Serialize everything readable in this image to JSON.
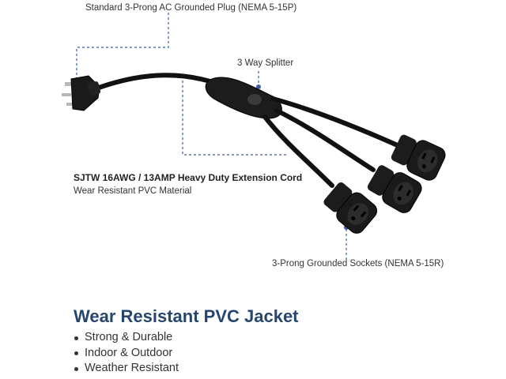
{
  "callouts": {
    "plug": "Standard 3-Prong AC Grounded Plug (NEMA 5-15P)",
    "splitter": "3 Way Splitter",
    "cord_spec": "SJTW 16AWG / 13AMP Heavy Duty Extension Cord",
    "cord_material": "Wear Resistant PVC Material",
    "sockets": "3-Prong Grounded Sockets (NEMA 5-15R)"
  },
  "section": {
    "heading": "Wear Resistant PVC Jacket",
    "features": [
      "Strong & Durable",
      "Indoor & Outdoor",
      "Weather Resistant"
    ]
  },
  "colors": {
    "heading": "#26466d",
    "callout_line": "#3a5da8",
    "cable": "#111111",
    "text": "#333333"
  }
}
